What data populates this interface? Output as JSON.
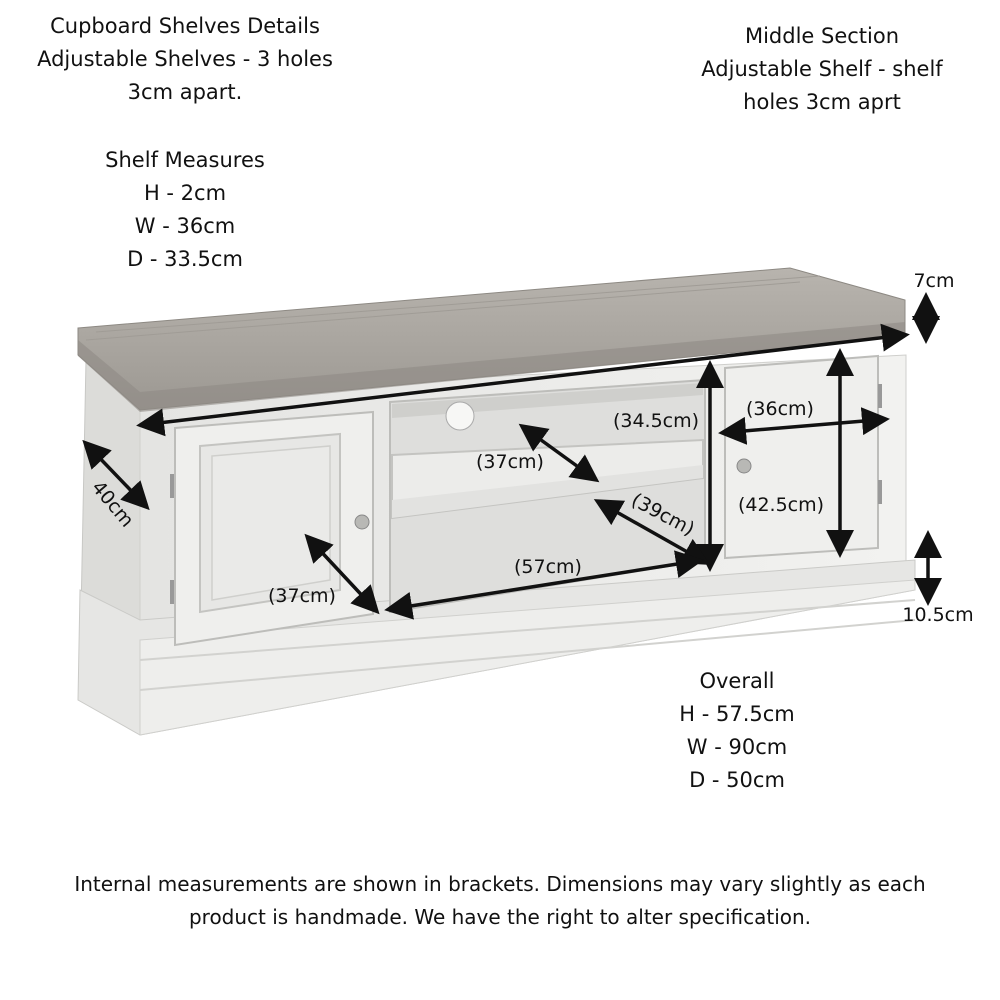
{
  "cupboard_notes": {
    "lines": [
      "Cupboard Shelves Details",
      "Adjustable Shelves - 3 holes",
      "3cm apart."
    ]
  },
  "middle_notes": {
    "lines": [
      "Middle Section",
      "Adjustable Shelf - shelf",
      "holes 3cm aprt"
    ]
  },
  "shelf_measures": {
    "lines": [
      "Shelf Measures",
      "H - 2cm",
      "W - 36cm",
      "D - 33.5cm"
    ]
  },
  "overall": {
    "lines": [
      "Overall",
      "H - 57.5cm",
      "W - 90cm",
      "D - 50cm"
    ]
  },
  "dimensions": {
    "top_thickness": "7cm",
    "plinth_height": "10.5cm",
    "side_depth": "40cm",
    "left_door_depth": "(37cm)",
    "middle_top_depth": "(37cm)",
    "middle_height": "(34.5cm)",
    "middle_lower_depth": "(39cm)",
    "middle_width": "(57cm)",
    "right_width": "(36cm)",
    "right_height": "(42.5cm)"
  },
  "footer": {
    "line1": "Internal measurements are shown in brackets. Dimensions may vary slightly as each",
    "line2": "product is handmade. We have the right to alter specification."
  },
  "colors": {
    "oak_top": "#a8a49e",
    "oak_edge": "#8f8b85",
    "cabinet": "#ececea",
    "cabinet_shadow": "#d6d6d3",
    "interior": "#dcdcda"
  }
}
